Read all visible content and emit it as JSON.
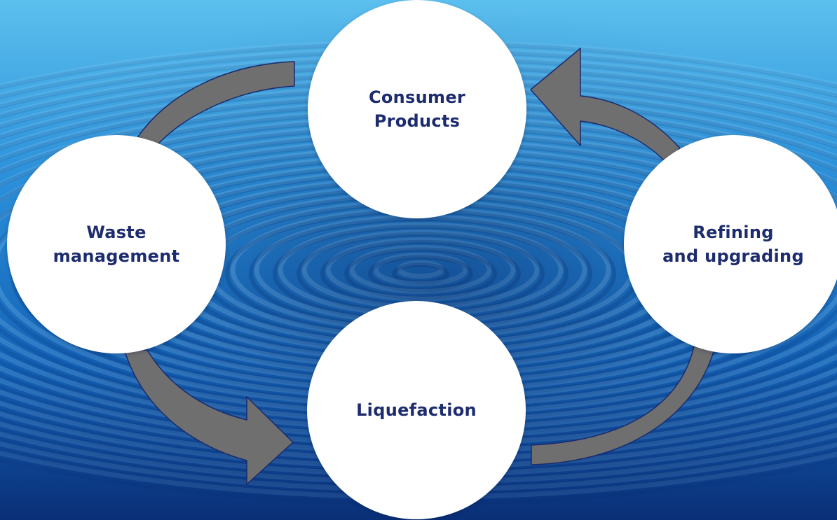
{
  "diagram": {
    "type": "cycle",
    "nodes": [
      {
        "id": "consumer",
        "lines": [
          "Consumer",
          "Products"
        ]
      },
      {
        "id": "refining",
        "lines": [
          "Refining",
          "and upgrading"
        ]
      },
      {
        "id": "liquefaction",
        "lines": [
          "Liquefaction"
        ]
      },
      {
        "id": "waste",
        "lines": [
          "Waste",
          "management"
        ]
      }
    ],
    "edges": [
      {
        "from": "waste",
        "to": "liquefaction"
      },
      {
        "from": "liquefaction",
        "to": "refining"
      },
      {
        "from": "refining",
        "to": "consumer"
      },
      {
        "from": "consumer",
        "to": "waste"
      }
    ]
  },
  "colors": {
    "node_fill": "#ffffff",
    "node_text": "#1d2c6e",
    "arrow_fill": "#6f6f6f",
    "arrow_outline": "#1a2a6e",
    "water_light": "#5cc0ee",
    "water_mid": "#1c76c6",
    "water_dark": "#0a2f77"
  }
}
